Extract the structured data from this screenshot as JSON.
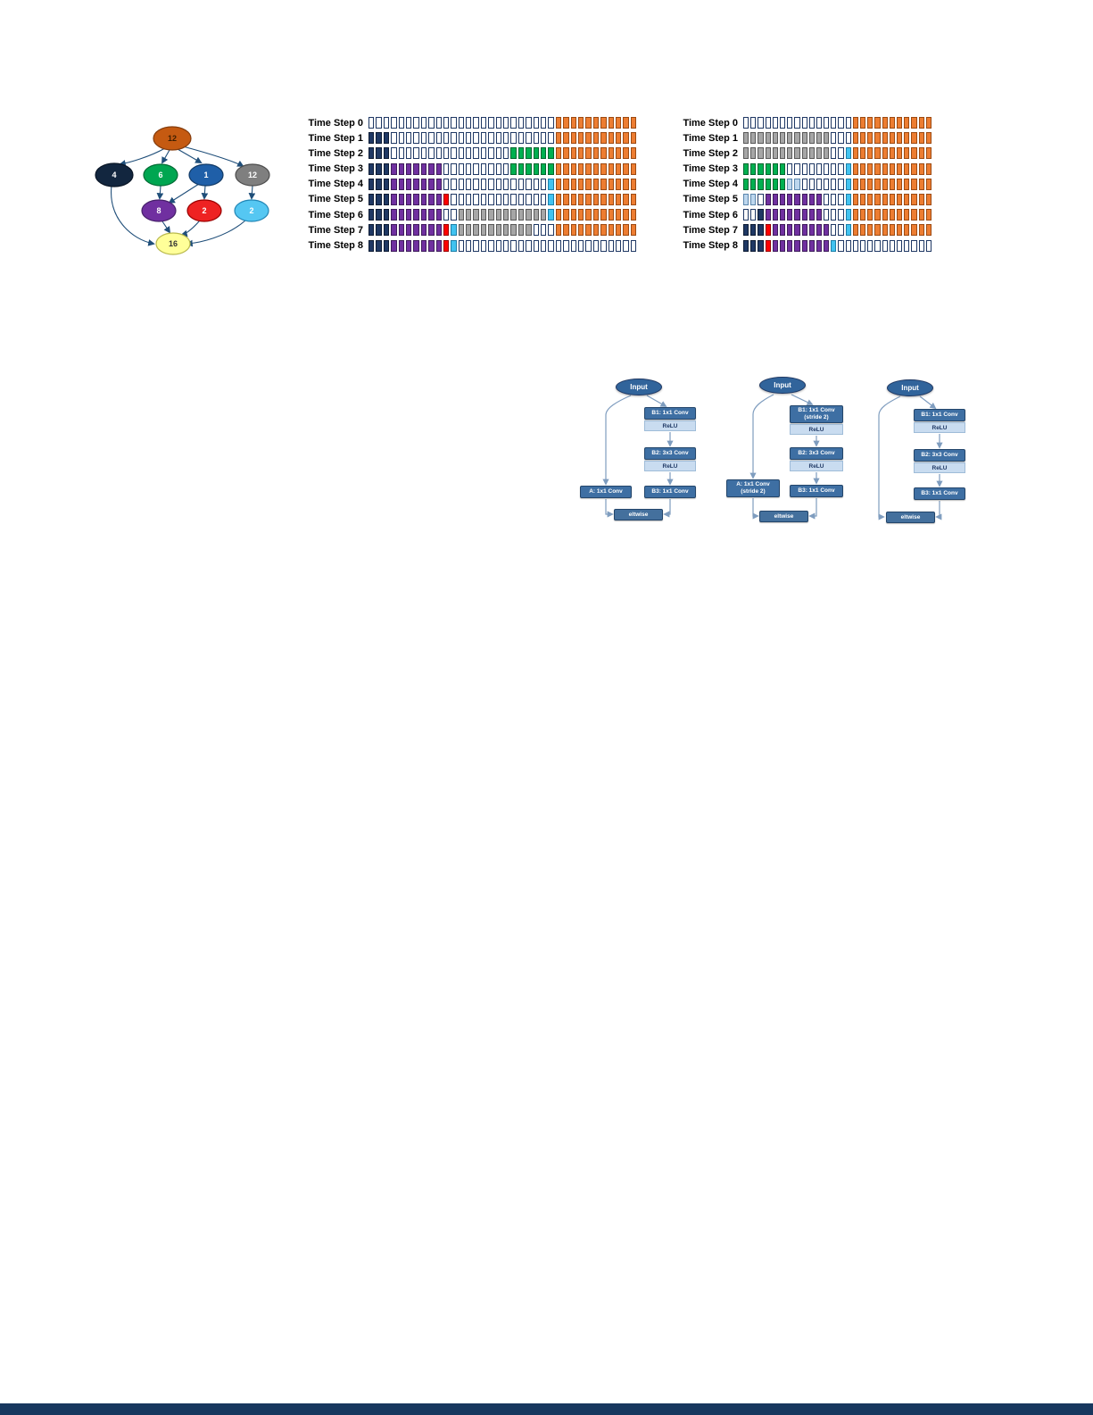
{
  "colors": {
    "edge": "#1f4e79",
    "arrow": "#7f9dbf",
    "conv_fill": "#3e6fa3",
    "conv_border": "#24466b",
    "relu_fill": "#c9dcf0",
    "relu_border": "#9fbcd8",
    "relu_text": "#1f3864",
    "input_fill": "#31649b",
    "input_border": "#1f3864",
    "eltwise_fill": "#44709d",
    "eltwise_border": "#24466b",
    "footer": "#17375e"
  },
  "graph": {
    "nodes": [
      {
        "id": "n0",
        "label": "12",
        "fill": "#c55a11",
        "border": "#843c0c",
        "text_color": "#3d1e00"
      },
      {
        "id": "n1",
        "label": "4",
        "fill": "#12263f",
        "border": "#0a1626",
        "text_color": "#ffffff"
      },
      {
        "id": "n2",
        "label": "6",
        "fill": "#00a651",
        "border": "#006b34",
        "text_color": "#ffffff"
      },
      {
        "id": "n3",
        "label": "1",
        "fill": "#1f5fa8",
        "border": "#123a66",
        "text_color": "#ffffff"
      },
      {
        "id": "n4",
        "label": "12",
        "fill": "#7f7f7f",
        "border": "#4d4d4d",
        "text_color": "#ffffff"
      },
      {
        "id": "n5",
        "label": "8",
        "fill": "#7030a0",
        "border": "#46206a",
        "text_color": "#ffffff"
      },
      {
        "id": "n6",
        "label": "2",
        "fill": "#ee2222",
        "border": "#990000",
        "text_color": "#ffffff"
      },
      {
        "id": "n7",
        "label": "2",
        "fill": "#55c7f2",
        "border": "#2286b5",
        "text_color": "#ffffff"
      },
      {
        "id": "n8",
        "label": "16",
        "fill": "#ffff99",
        "border": "#b9b94d",
        "text_color": "#333333"
      }
    ],
    "edges": [
      "n0->n1",
      "n0->n2",
      "n0->n3",
      "n0->n4",
      "n2->n5",
      "n3->n5",
      "n3->n6",
      "n4->n7",
      "n5->n8",
      "n6->n8",
      "n7->n8",
      "n1->n8"
    ]
  },
  "palette": {
    "W": {
      "fill": "#ffffff",
      "border": "#1f3864"
    },
    "O": {
      "fill": "#ed7d31",
      "border": "#9c4a12"
    },
    "N": {
      "fill": "#1f3864",
      "border": "#0d1b33"
    },
    "P": {
      "fill": "#7030a0",
      "border": "#3f1c5c"
    },
    "G": {
      "fill": "#00b050",
      "border": "#00662e"
    },
    "R": {
      "fill": "#ff0000",
      "border": "#990000"
    },
    "C": {
      "fill": "#41c3f0",
      "border": "#1d7fa8"
    },
    "Y": {
      "fill": "#a6a6a6",
      "border": "#595959"
    },
    "L": {
      "fill": "#bdd7ee",
      "border": "#5b86ad"
    }
  },
  "schedules": [
    {
      "name": "schedule-left",
      "rows": [
        {
          "label": "Time Step 0",
          "runs": [
            [
              "W",
              25
            ],
            [
              "O",
              11
            ]
          ]
        },
        {
          "label": "Time Step 1",
          "runs": [
            [
              "N",
              3
            ],
            [
              "W",
              22
            ],
            [
              "O",
              11
            ]
          ]
        },
        {
          "label": "Time Step 2",
          "runs": [
            [
              "N",
              3
            ],
            [
              "W",
              16
            ],
            [
              "G",
              6
            ],
            [
              "O",
              11
            ]
          ]
        },
        {
          "label": "Time Step 3",
          "runs": [
            [
              "N",
              3
            ],
            [
              "P",
              7
            ],
            [
              "W",
              9
            ],
            [
              "G",
              6
            ],
            [
              "O",
              11
            ]
          ]
        },
        {
          "label": "Time Step 4",
          "runs": [
            [
              "N",
              3
            ],
            [
              "P",
              7
            ],
            [
              "W",
              14
            ],
            [
              "C",
              1
            ],
            [
              "O",
              11
            ]
          ]
        },
        {
          "label": "Time Step 5",
          "runs": [
            [
              "N",
              3
            ],
            [
              "P",
              7
            ],
            [
              "R",
              1
            ],
            [
              "W",
              13
            ],
            [
              "C",
              1
            ],
            [
              "O",
              11
            ]
          ]
        },
        {
          "label": "Time Step 6",
          "runs": [
            [
              "N",
              3
            ],
            [
              "P",
              7
            ],
            [
              "W",
              2
            ],
            [
              "Y",
              12
            ],
            [
              "C",
              1
            ],
            [
              "O",
              11
            ]
          ]
        },
        {
          "label": "Time Step 7",
          "runs": [
            [
              "N",
              3
            ],
            [
              "P",
              7
            ],
            [
              "R",
              1
            ],
            [
              "C",
              1
            ],
            [
              "Y",
              10
            ],
            [
              "W",
              3
            ],
            [
              "O",
              11
            ]
          ]
        },
        {
          "label": "Time Step 8",
          "runs": [
            [
              "N",
              3
            ],
            [
              "P",
              7
            ],
            [
              "R",
              1
            ],
            [
              "C",
              1
            ],
            [
              "W",
              24
            ]
          ]
        }
      ]
    },
    {
      "name": "schedule-right",
      "rows": [
        {
          "label": "Time Step 0",
          "runs": [
            [
              "W",
              15
            ],
            [
              "O",
              11
            ]
          ]
        },
        {
          "label": "Time Step 1",
          "runs": [
            [
              "Y",
              12
            ],
            [
              "W",
              3
            ],
            [
              "O",
              11
            ]
          ]
        },
        {
          "label": "Time Step 2",
          "runs": [
            [
              "Y",
              12
            ],
            [
              "W",
              2
            ],
            [
              "C",
              1
            ],
            [
              "O",
              11
            ]
          ]
        },
        {
          "label": "Time Step 3",
          "runs": [
            [
              "G",
              6
            ],
            [
              "W",
              8
            ],
            [
              "C",
              1
            ],
            [
              "O",
              11
            ]
          ]
        },
        {
          "label": "Time Step 4",
          "runs": [
            [
              "G",
              6
            ],
            [
              "L",
              2
            ],
            [
              "W",
              6
            ],
            [
              "C",
              1
            ],
            [
              "O",
              11
            ]
          ]
        },
        {
          "label": "Time Step 5",
          "runs": [
            [
              "L",
              2
            ],
            [
              "W",
              1
            ],
            [
              "P",
              8
            ],
            [
              "W",
              3
            ],
            [
              "C",
              1
            ],
            [
              "O",
              11
            ]
          ]
        },
        {
          "label": "Time Step 6",
          "runs": [
            [
              "W",
              2
            ],
            [
              "N",
              1
            ],
            [
              "P",
              8
            ],
            [
              "W",
              3
            ],
            [
              "C",
              1
            ],
            [
              "O",
              11
            ]
          ]
        },
        {
          "label": "Time Step 7",
          "runs": [
            [
              "N",
              3
            ],
            [
              "R",
              1
            ],
            [
              "P",
              8
            ],
            [
              "W",
              2
            ],
            [
              "C",
              1
            ],
            [
              "O",
              11
            ]
          ]
        },
        {
          "label": "Time Step 8",
          "runs": [
            [
              "N",
              3
            ],
            [
              "R",
              1
            ],
            [
              "P",
              8
            ],
            [
              "C",
              1
            ],
            [
              "W",
              13
            ]
          ]
        }
      ]
    }
  ],
  "blocks": [
    {
      "input": "Input",
      "b1": "B1: 1x1 Conv",
      "relu": "ReLU",
      "b2": "B2: 3x3 Conv",
      "b3": "B3: 1x1 Conv",
      "a": "A: 1x1 Conv",
      "eltwise": "eltwise"
    },
    {
      "input": "Input",
      "b1": "B1: 1x1 Conv",
      "b1_sub": "(stride 2)",
      "relu": "ReLU",
      "b2": "B2: 3x3 Conv",
      "b3": "B3: 1x1 Conv",
      "a": "A: 1x1 Conv",
      "a_sub": "(stride 2)",
      "eltwise": "eltwise"
    },
    {
      "input": "Input",
      "b1": "B1: 1x1 Conv",
      "relu": "ReLU",
      "b2": "B2: 3x3 Conv",
      "b3": "B3: 1x1 Conv",
      "eltwise": "eltwise"
    }
  ]
}
